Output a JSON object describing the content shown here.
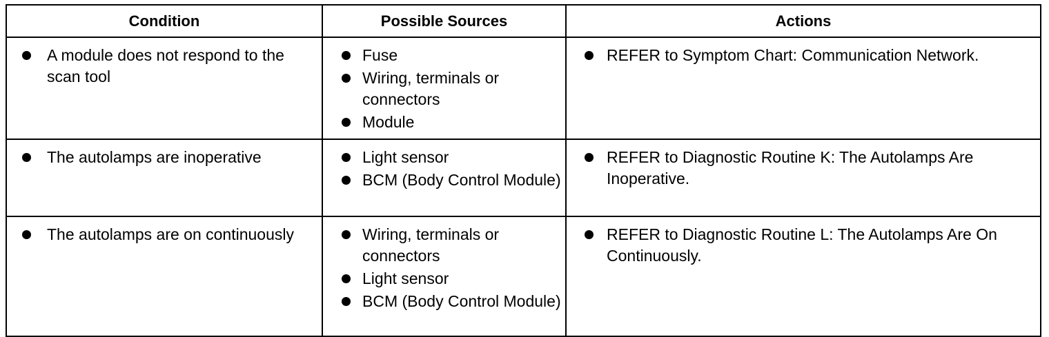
{
  "table": {
    "headers": {
      "condition": "Condition",
      "sources": "Possible Sources",
      "actions": "Actions"
    },
    "rows": [
      {
        "condition": [
          "A module does not respond to the scan tool"
        ],
        "sources": [
          "Fuse",
          "Wiring, terminals or connectors",
          "Module"
        ],
        "actions": [
          "REFER to Symptom Chart: Communication Network."
        ]
      },
      {
        "condition": [
          "The autolamps are inoperative"
        ],
        "sources": [
          "Light sensor",
          "BCM (Body Control Module)"
        ],
        "actions": [
          "REFER to Diagnostic Routine K: The Autolamps Are Inoperative."
        ]
      },
      {
        "condition": [
          "The autolamps are on continuously"
        ],
        "sources": [
          "Wiring, terminals or connectors",
          "Light sensor",
          "BCM (Body Control Module)"
        ],
        "actions": [
          "REFER to Diagnostic Routine L: The Autolamps Are On Continuously."
        ]
      }
    ]
  }
}
